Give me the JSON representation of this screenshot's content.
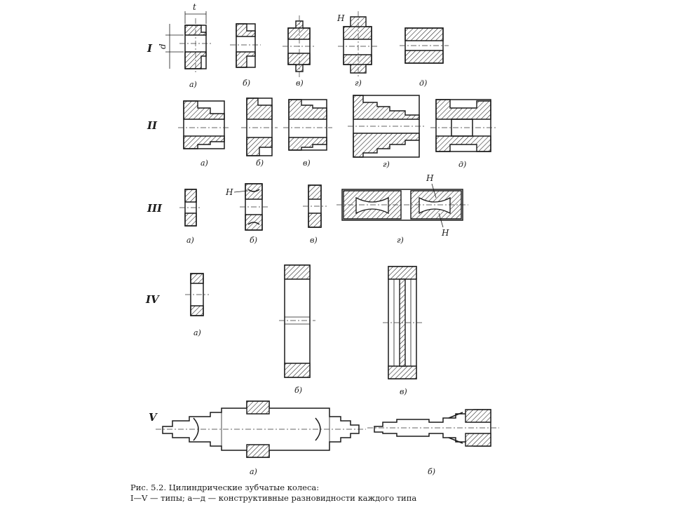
{
  "rows": {
    "r1": {
      "label": "I",
      "subs": [
        "а)",
        "б)",
        "в)",
        "г)",
        "д)"
      ]
    },
    "r2": {
      "label": "II",
      "subs": [
        "а)",
        "б)",
        "в)",
        "г)",
        "д)"
      ]
    },
    "r3": {
      "label": "III",
      "subs": [
        "а)",
        "б)",
        "в)",
        "г)"
      ]
    },
    "r4": {
      "label": "IV",
      "subs": [
        "а)",
        "б)",
        "в)"
      ]
    },
    "r5": {
      "label": "V",
      "subs": [
        "а)",
        "б)"
      ]
    }
  },
  "dims": {
    "t": "t",
    "d": "d",
    "H": "H"
  },
  "caption": {
    "line1": "Рис. 5.2. Цилиндрические зубчатые колеса:",
    "line2": "I—V — типы; а—д — конструктивные разновидности каждого типа"
  }
}
